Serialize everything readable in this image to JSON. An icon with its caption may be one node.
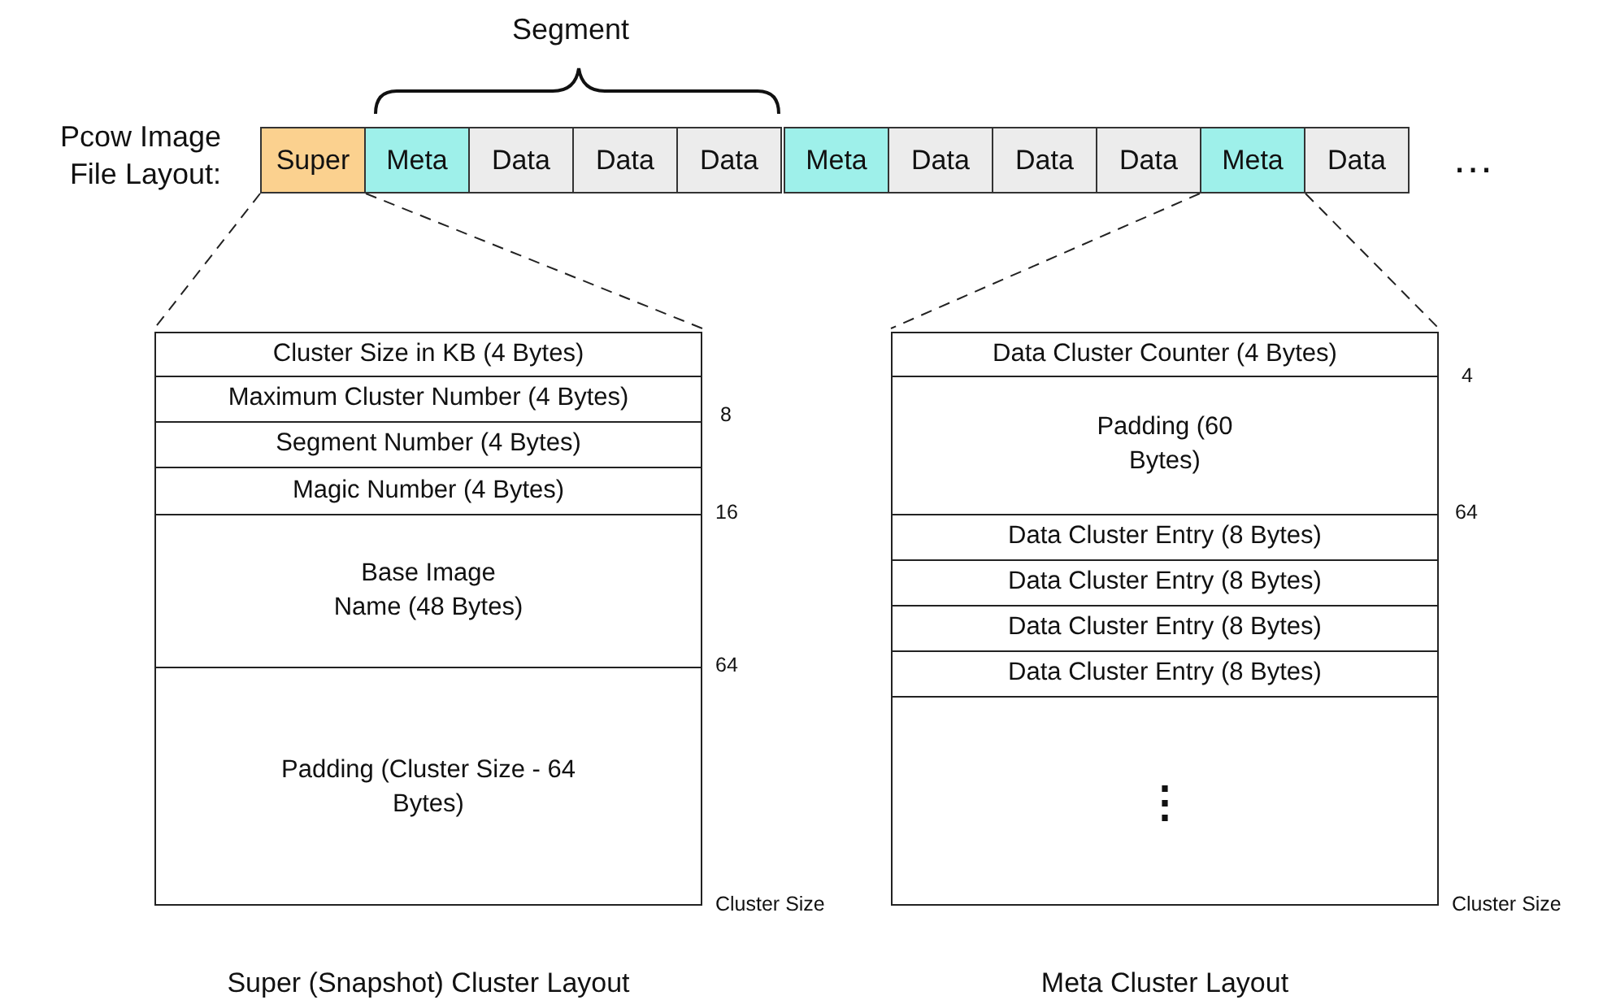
{
  "diagram": {
    "nodes": [
      {
        "text": [
          "Super"
        ]
      },
      {
        "text": [
          "Meta"
        ]
      },
      {
        "text": [
          "Data"
        ]
      },
      {
        "text": [
          "Data"
        ]
      },
      {
        "text": [
          "Data"
        ]
      },
      {
        "text": [
          "Meta"
        ]
      },
      {
        "text": [
          "Data"
        ]
      },
      {
        "text": [
          "Data"
        ]
      },
      {
        "text": [
          "Data"
        ]
      },
      {
        "text": [
          "Meta"
        ]
      },
      {
        "text": [
          "Data"
        ]
      },
      {
        "text": [
          "Super (Snapshot) Cluster Layout"
        ]
      },
      {
        "text": [
          "Cluster Size in KB (4 Bytes)"
        ],
        "in": 11
      },
      {
        "text": [
          "Maximum Cluster Number (4 Bytes)"
        ],
        "in": 11
      },
      {
        "text": [
          "Segment Number (4 Bytes)"
        ],
        "in": 11
      },
      {
        "text": [
          "Magic Number (4 Bytes)"
        ],
        "in": 11
      },
      {
        "text": [
          "Base Image Name (48 Bytes)"
        ],
        "in": 11
      },
      {
        "text": [
          "Padding (Cluster Size - 64 Bytes)"
        ],
        "in": 11
      },
      {
        "text": [
          "Meta Cluster Layout"
        ]
      },
      {
        "text": [
          "Data Cluster Counter (4 Bytes)"
        ],
        "in": 18
      },
      {
        "text": [
          "Padding (60 Bytes)"
        ],
        "in": 18
      },
      {
        "text": [
          "Data Cluster Entry (8 Bytes)"
        ],
        "in": 18
      },
      {
        "text": [
          "Data Cluster Entry (8 Bytes)"
        ],
        "in": 18
      },
      {
        "text": [
          "Data Cluster Entry (8 Bytes)"
        ],
        "in": 18
      },
      {
        "text": [
          "Data Cluster Entry (8 Bytes)"
        ],
        "in": 18
      },
      {
        "text": [
          "⋮"
        ],
        "in": 18
      }
    ],
    "edges": [
      {
        "from": 0,
        "to": 11,
        "arrow": "none",
        "style": "dashed"
      },
      {
        "from": 9,
        "to": 18,
        "arrow": "none",
        "style": "dashed"
      }
    ],
    "labels": [
      "Segment",
      "Pcow Image File Layout:",
      "…",
      "8",
      "16",
      "64",
      "Cluster Size",
      "4",
      "64",
      "Cluster Size"
    ]
  }
}
